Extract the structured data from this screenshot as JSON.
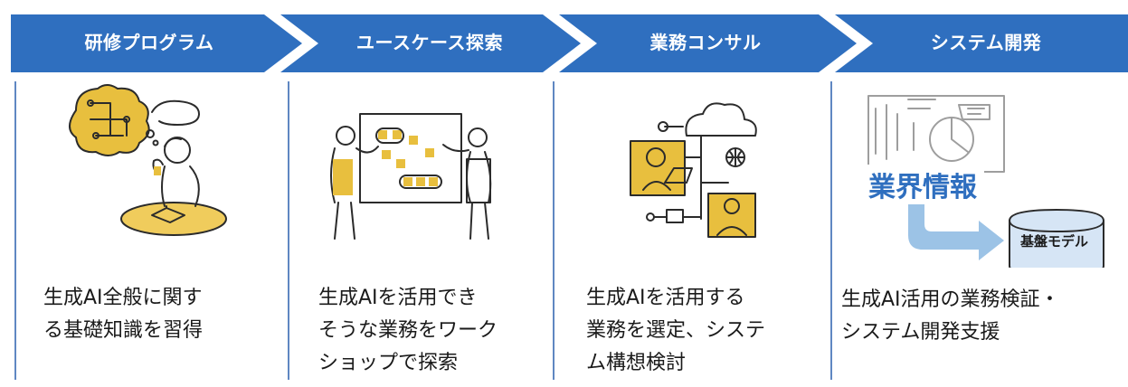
{
  "stages": [
    {
      "title": "研修プログラム",
      "description": "生成AI全般に関す\nる基礎知識を習得",
      "illustration": "brain-study-icon"
    },
    {
      "title": "ユースケース探索",
      "description": "生成AIを活用でき\nそうな業務をワーク\nショップで探索",
      "illustration": "workshop-board-icon"
    },
    {
      "title": "業務コンサル",
      "description": "生成AIを活用する\n業務を選定、システ\nム構想検討",
      "illustration": "network-consult-icon"
    },
    {
      "title": "システム開発",
      "description": "生成AI活用の業務検証・\nシステム開発支援",
      "illustration": "system-dev-icon",
      "overlay_label": "業界情報",
      "database_label": "基盤モデル"
    }
  ],
  "colors": {
    "banner": "#2f6fbf",
    "divider": "#5f87c2",
    "accent_gold": "#e8bf3e",
    "overlay_text": "#2f6fbf",
    "arrow_light_blue": "#9cc3e6",
    "database_fill": "#d6e5f5"
  }
}
